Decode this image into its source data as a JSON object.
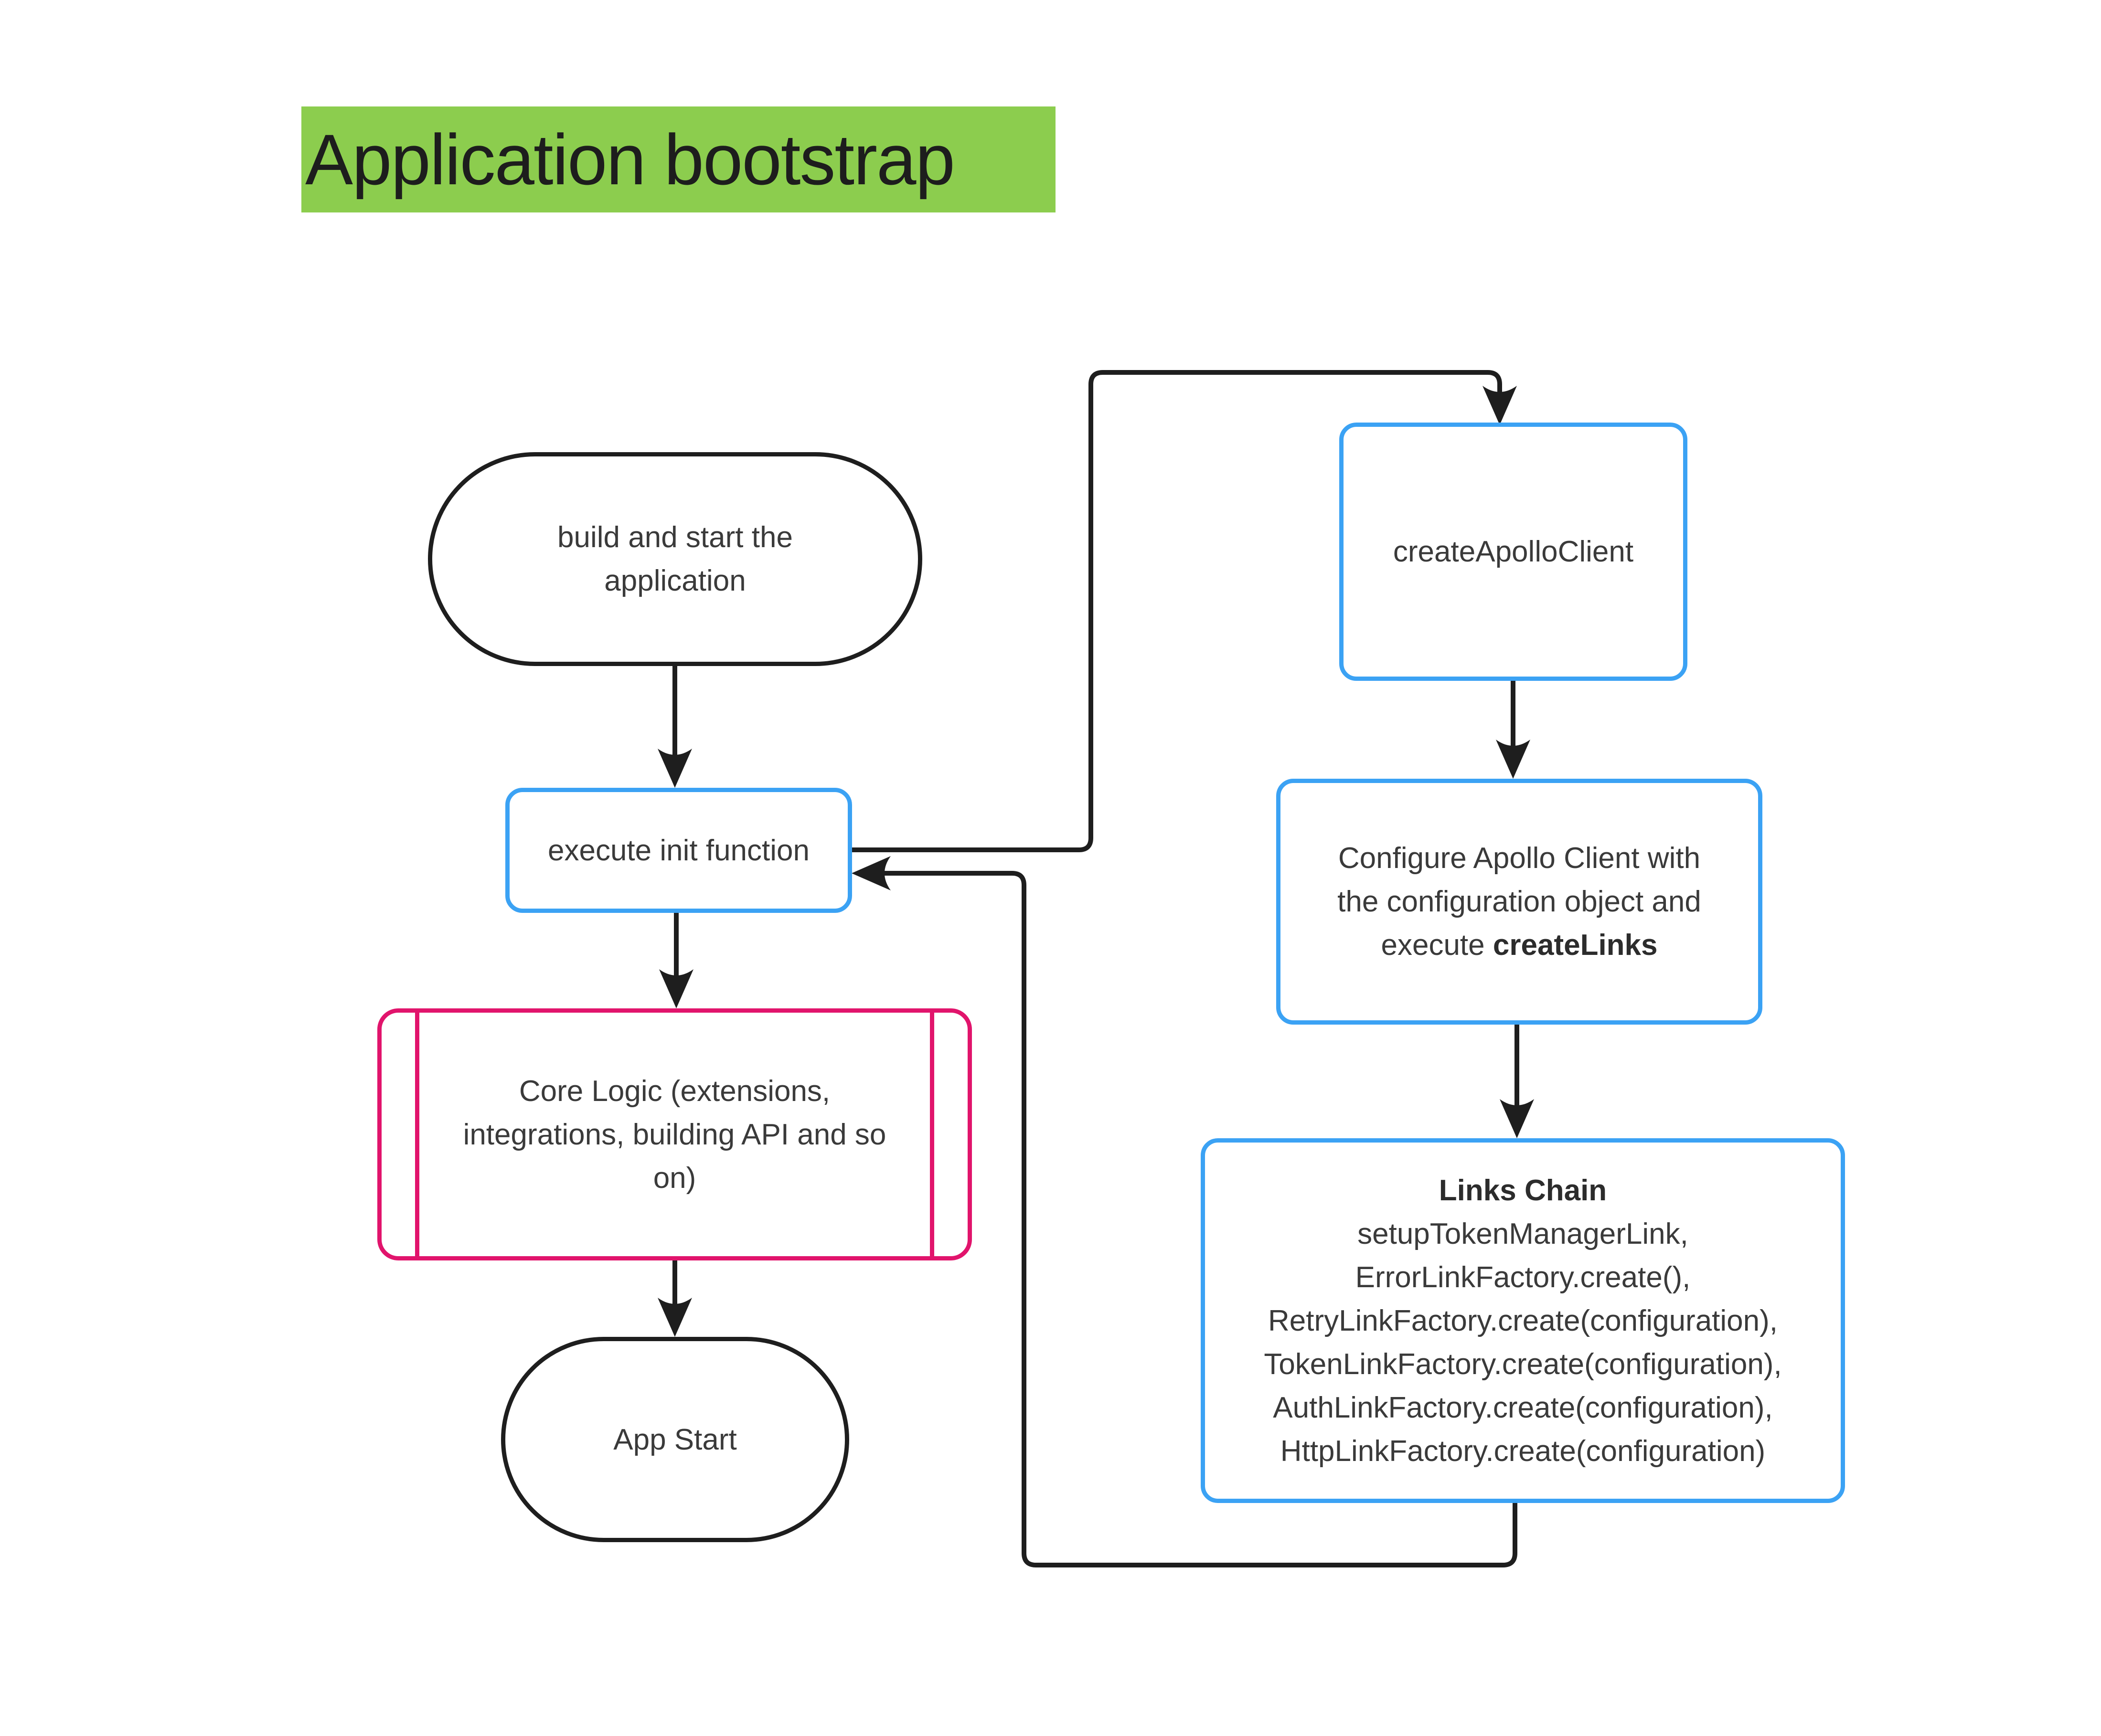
{
  "title": {
    "text": "Application bootstrap"
  },
  "colors": {
    "highlight_green": "#8ccd4e",
    "accent_blue": "#3ba2f4",
    "accent_pink": "#e1146c",
    "line_black": "#1e1e1e",
    "text_gray": "#3a3a3a"
  },
  "nodes": {
    "build_start": {
      "lines": [
        "build and start the",
        "application"
      ]
    },
    "execute_init": {
      "label": "execute init function"
    },
    "core_logic": {
      "lines": [
        "Core Logic (extensions,",
        "integrations, building API and so",
        "on)"
      ]
    },
    "app_start": {
      "label": "App Start"
    },
    "create_apollo_client": {
      "label": "createApolloClient"
    },
    "configure_apollo": {
      "lines": [
        "Configure Apollo Client with",
        "the configuration object and"
      ],
      "line3_prefix": "execute ",
      "line3_bold": "createLinks"
    },
    "links_chain": {
      "heading": "Links Chain",
      "lines": [
        "setupTokenManagerLink,",
        "ErrorLinkFactory.create(),",
        "RetryLinkFactory.create(configuration),",
        "TokenLinkFactory.create(configuration),",
        "AuthLinkFactory.create(configuration),",
        "HttpLinkFactory.create(configuration)"
      ]
    }
  }
}
